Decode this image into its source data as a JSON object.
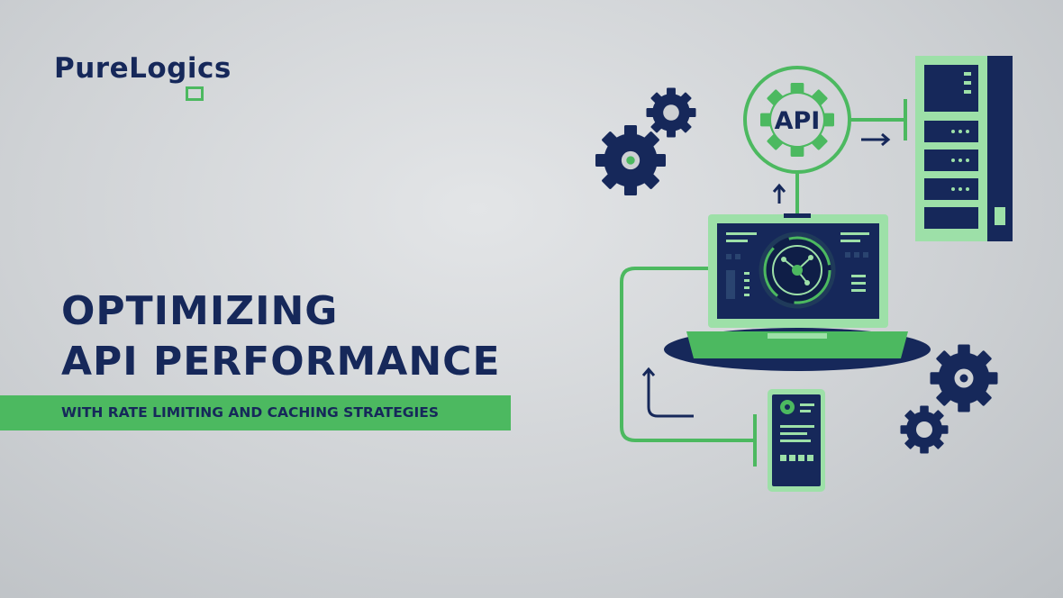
{
  "brand": {
    "name": "PureLogics"
  },
  "headline": {
    "line1": "OPTIMIZING",
    "line2": "API PERFORMANCE"
  },
  "subtitle": "WITH RATE LIMITING AND CACHING STRATEGIES",
  "illustration": {
    "api_label": "API"
  },
  "colors": {
    "navy": "#16285a",
    "green": "#4cb960",
    "light_green": "#9de0a8",
    "background": "#d4d6d8"
  },
  "icons": [
    "gear-icon",
    "api-gear-icon",
    "server-rack-icon",
    "laptop-icon",
    "smartphone-icon",
    "arrow-right-icon",
    "arrow-up-icon",
    "location-pin-icon"
  ]
}
